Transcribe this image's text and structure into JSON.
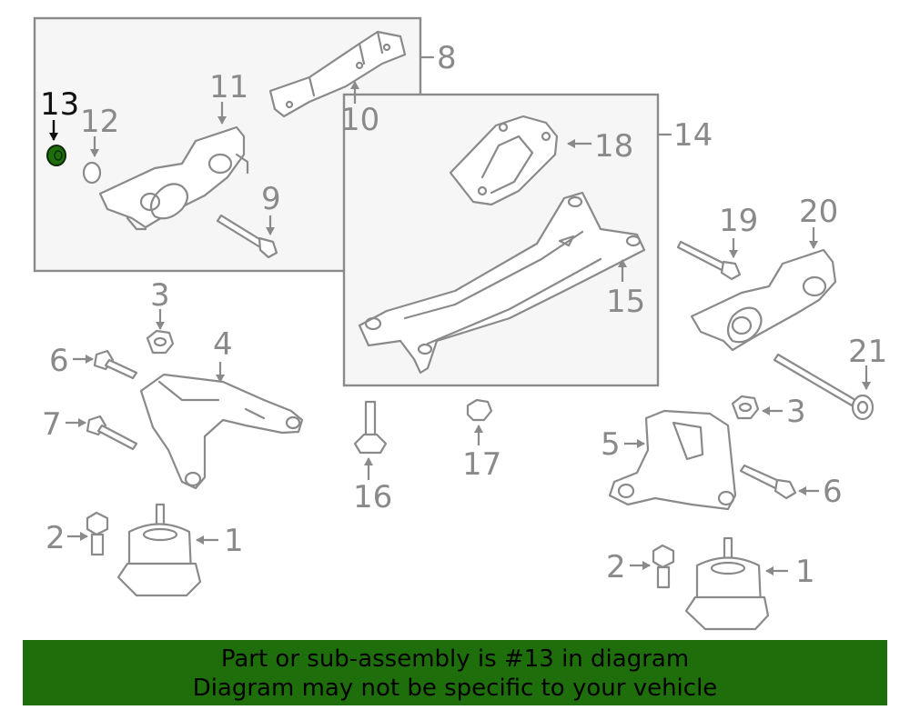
{
  "labels": {
    "l1a": "1",
    "l1b": "1",
    "l2a": "2",
    "l2b": "2",
    "l3a": "3",
    "l3b": "3",
    "l4": "4",
    "l5": "5",
    "l6a": "6",
    "l6b": "6",
    "l7": "7",
    "l8": "8",
    "l9": "9",
    "l10": "10",
    "l11": "11",
    "l12": "12",
    "l13": "13",
    "l14": "14",
    "l15": "15",
    "l16": "16",
    "l17": "17",
    "l18": "18",
    "l19": "19",
    "l20": "20",
    "l21": "21"
  },
  "highlight": {
    "part_number": "13",
    "color": "#1f6e0c"
  },
  "banner": {
    "line1": "Part or sub-assembly is #13 in diagram",
    "line2": "Diagram may not be specific to your vehicle"
  }
}
